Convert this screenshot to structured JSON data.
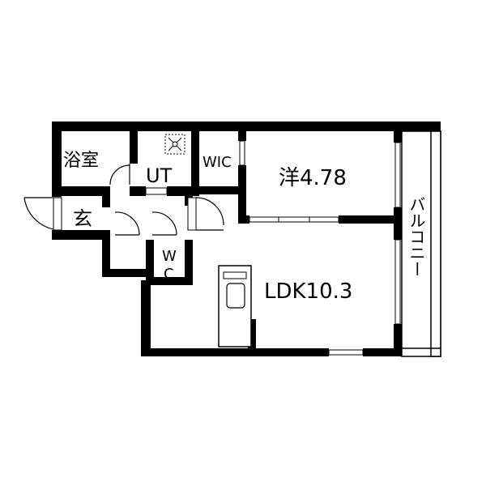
{
  "colors": {
    "wall": "#000000",
    "background": "#ffffff",
    "glass": "#ffffff"
  },
  "rooms": {
    "bath": "浴室",
    "utility": "UT",
    "wic": "WIC",
    "western_room": "洋4.78",
    "entrance": "玄",
    "wc_line1": "W",
    "wc_line2": "C",
    "ldk": "LDK10.3",
    "balcony": "バルコニー"
  },
  "icons": {
    "ventilation": "ventilation-fan-icon",
    "kitchen": "kitchen-sink-icon"
  }
}
